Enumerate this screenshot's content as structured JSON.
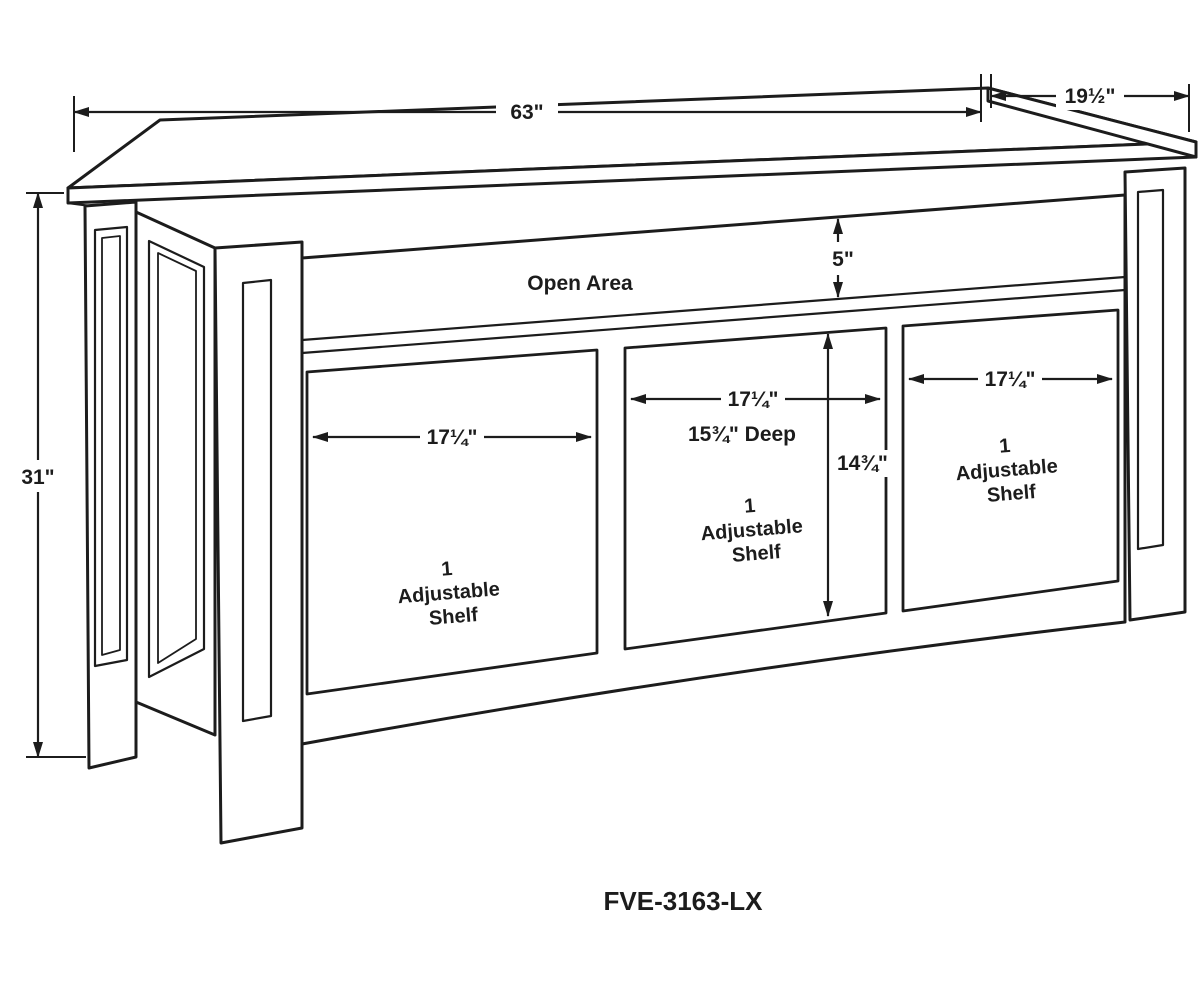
{
  "labels": {
    "open_area": "Open Area",
    "model": "FVE-3163-LX"
  },
  "dimensions": {
    "overall_width": "63\"",
    "overall_depth": "19½\"",
    "overall_height": "31\"",
    "open_area_height": "5\"",
    "left_compartment_width": "17¼\"",
    "middle_compartment_width": "17¼\"",
    "right_compartment_width": "17¼\"",
    "compartment_depth": "15¾\" Deep",
    "middle_compartment_height": "14¾\""
  },
  "shelf_label": {
    "line1": "1",
    "line2": "Adjustable",
    "line3": "Shelf"
  },
  "colors": {
    "line": "#1c1c1c",
    "background": "#ffffff"
  }
}
